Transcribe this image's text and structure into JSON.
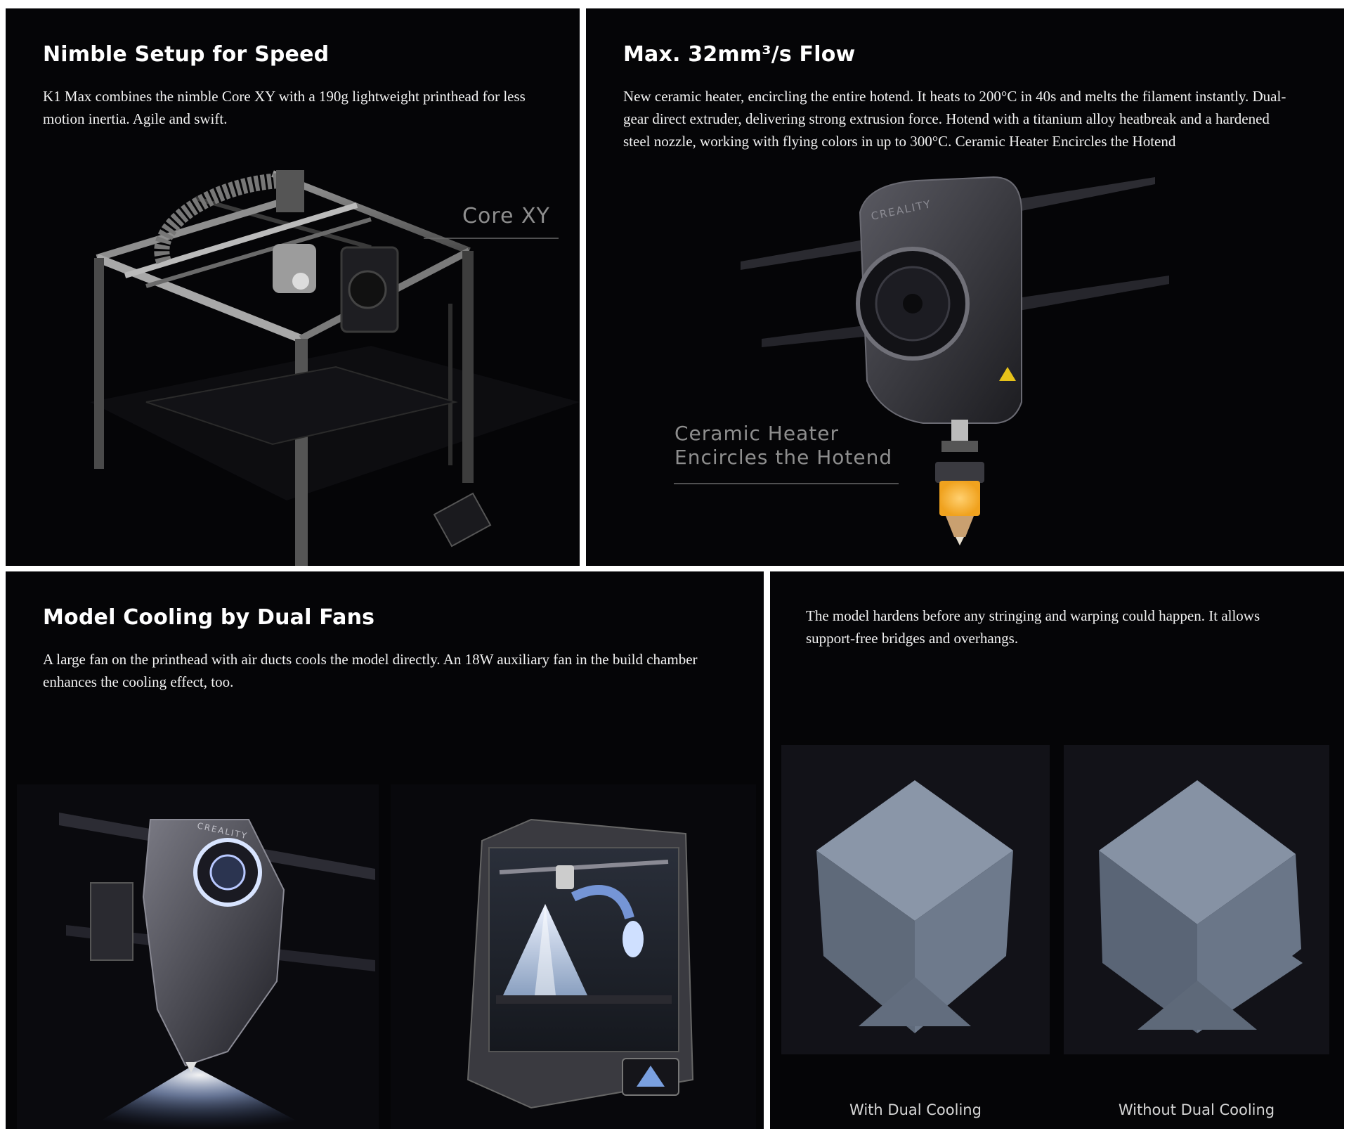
{
  "panels": {
    "corexy": {
      "title": "Nimble Setup for Speed",
      "text": "K1 Max combines the nimble Core XY with a 190g lightweight printhead for less motion inertia. Agile and swift.",
      "callout": "Core XY"
    },
    "flow": {
      "title": "Max. 32mm³/s Flow",
      "text": "New ceramic heater, encircling the entire hotend. It heats to 200°C in 40s and melts the filament instantly. Dual-gear direct extruder, delivering strong extrusion force. Hotend with a titanium alloy heatbreak and a hardened steel nozzle, working with flying colors in up to 300°C. Ceramic Heater Encircles the Hotend",
      "callout_line1": "Ceramic Heater",
      "callout_line2": "Encircles the Hotend",
      "brand": "CREALITY"
    },
    "cooling": {
      "title": "Model Cooling by Dual Fans",
      "text": "A large fan on the printhead with air ducts cools the model directly. An 18W auxiliary fan in the build chamber enhances the cooling effect, too.",
      "brand": "CREALITY"
    },
    "comparison": {
      "text": "The model hardens before any stringing and warping could happen. It allows support-free bridges and overhangs.",
      "label_with": "With Dual Cooling",
      "label_without": "Without Dual Cooling"
    }
  },
  "colors": {
    "panel_bg": "#050507",
    "heater_glow": "#f0a21e",
    "callout_text": "#8e8e8e"
  }
}
